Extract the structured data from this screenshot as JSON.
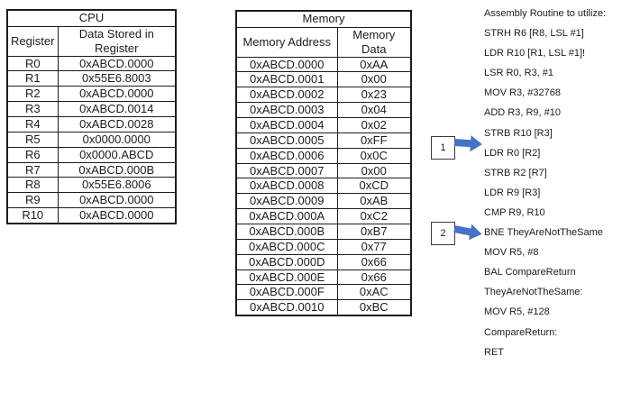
{
  "cpu_table": {
    "title": "CPU",
    "headers": [
      "Register",
      "Data Stored in Register"
    ],
    "rows": [
      {
        "register": "R0",
        "value": "0xABCD.0000"
      },
      {
        "register": "R1",
        "value": "0x55E6.8003"
      },
      {
        "register": "R2",
        "value": "0xABCD.0000"
      },
      {
        "register": "R3",
        "value": "0xABCD.0014"
      },
      {
        "register": "R4",
        "value": "0xABCD.0028"
      },
      {
        "register": "R5",
        "value": "0x0000.0000"
      },
      {
        "register": "R6",
        "value": "0x0000.ABCD"
      },
      {
        "register": "R7",
        "value": "0xABCD.000B"
      },
      {
        "register": "R8",
        "value": "0x55E6.8006"
      },
      {
        "register": "R9",
        "value": "0xABCD.0000"
      },
      {
        "register": "R10",
        "value": "0xABCD.0000"
      }
    ]
  },
  "memory_table": {
    "title": "Memory",
    "headers": [
      "Memory Address",
      "Memory Data"
    ],
    "rows": [
      {
        "address": "0xABCD.0000",
        "value": "0xAA"
      },
      {
        "address": "0xABCD.0001",
        "value": "0x00"
      },
      {
        "address": "0xABCD.0002",
        "value": "0x23"
      },
      {
        "address": "0xABCD.0003",
        "value": "0x04"
      },
      {
        "address": "0xABCD.0004",
        "value": "0x02"
      },
      {
        "address": "0xABCD.0005",
        "value": "0xFF"
      },
      {
        "address": "0xABCD.0006",
        "value": "0x0C"
      },
      {
        "address": "0xABCD.0007",
        "value": "0x00"
      },
      {
        "address": "0xABCD.0008",
        "value": "0xCD"
      },
      {
        "address": "0xABCD.0009",
        "value": "0xAB"
      },
      {
        "address": "0xABCD.000A",
        "value": "0xC2"
      },
      {
        "address": "0xABCD.000B",
        "value": "0xB7"
      },
      {
        "address": "0xABCD.000C",
        "value": "0x77"
      },
      {
        "address": "0xABCD.000D",
        "value": "0x66"
      },
      {
        "address": "0xABCD.000E",
        "value": "0x66"
      },
      {
        "address": "0xABCD.000F",
        "value": "0xAC"
      },
      {
        "address": "0xABCD.0010",
        "value": "0xBC"
      }
    ]
  },
  "assembly": {
    "title": "Assembly Routine to utilize:",
    "lines": [
      "STRH R6 [R8, LSL #1]",
      "LDR R10 [R1, LSL #1]!",
      "LSR R0, R3, #1",
      "MOV R3, #32768",
      "ADD R3, R9, #10",
      "STRB R10 [R3]",
      "LDR R0 [R2]",
      "STRB R2 [R7]",
      "LDR R9 [R3]",
      "CMP R9, R10",
      "BNE TheyAreNotTheSame",
      "MOV R5, #8",
      "BAL CompareReturn",
      "TheyAreNotTheSame:",
      "MOV R5, #128",
      "CompareReturn:",
      "RET"
    ]
  },
  "annotations": [
    {
      "label": "1"
    },
    {
      "label": "2"
    }
  ],
  "colors": {
    "arrow_blue": "#4472C4",
    "border": "#1c1c1c"
  }
}
